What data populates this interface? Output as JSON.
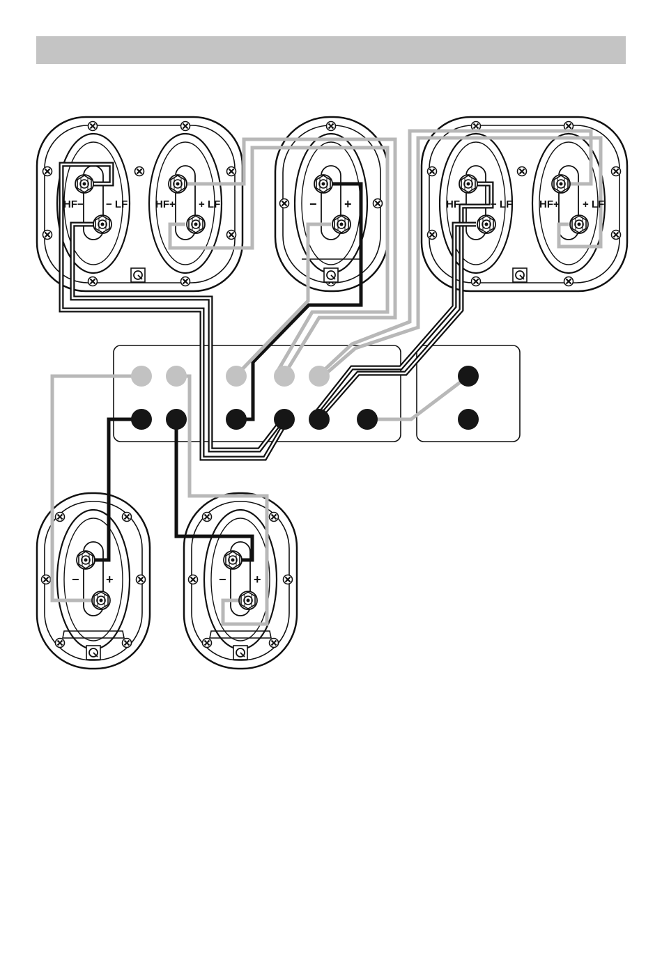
{
  "colors": {
    "title_band": "#c4c4c4",
    "background": "#ffffff",
    "outline": "#111111",
    "black_wire": "#111111",
    "grey_wire": "#b8b8b8",
    "grey_post": "#c2c2c2",
    "black_post": "#161616",
    "plate_fill": "#ffffff"
  },
  "icons": {
    "screw": "screw-icon",
    "terminal_post": "binding-post-icon",
    "logo": "brand-logo-icon"
  },
  "labels": {
    "hf_minus": "HF−",
    "lf_minus": "− LF",
    "hf_plus": "HF+",
    "lf_plus": "+ LF",
    "minus": "−",
    "plus": "+"
  },
  "speakers": [
    {
      "id": "front-left",
      "type": "bi-amp",
      "terminals": [
        "HF−",
        "− LF",
        "HF+",
        "+ LF"
      ]
    },
    {
      "id": "center",
      "type": "single",
      "terminals": [
        "−",
        "+"
      ]
    },
    {
      "id": "front-right",
      "type": "bi-amp",
      "terminals": [
        "HF−",
        "− LF",
        "HF+",
        "+ LF"
      ]
    },
    {
      "id": "rear-left",
      "type": "single",
      "terminals": [
        "−",
        "+"
      ]
    },
    {
      "id": "rear-right",
      "type": "single",
      "terminals": [
        "−",
        "+"
      ]
    }
  ],
  "receiver_panels": [
    {
      "id": "main-outputs",
      "grey_terminals": 5,
      "black_terminals": 6
    },
    {
      "id": "aux-outputs",
      "black_terminals": 2
    }
  ]
}
